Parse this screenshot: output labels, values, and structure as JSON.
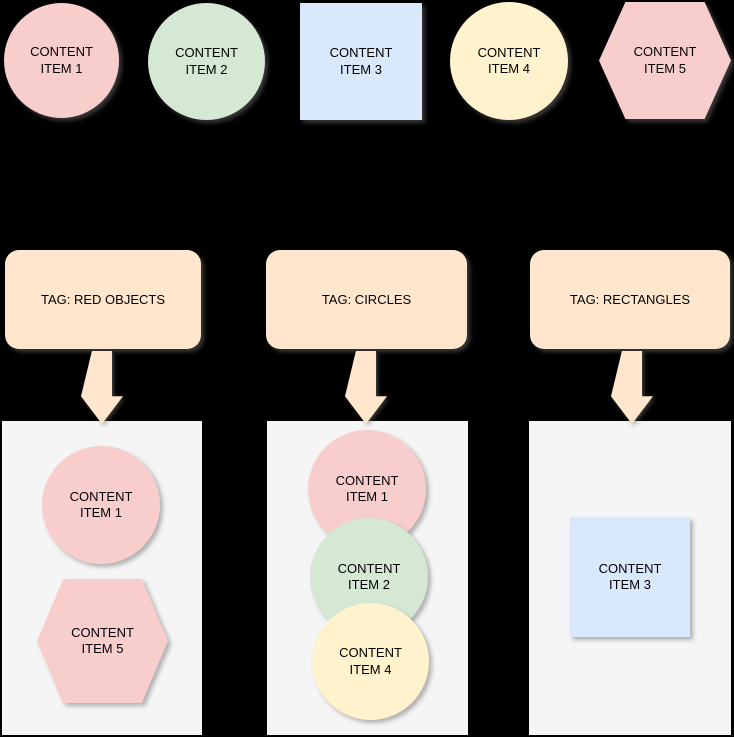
{
  "palette": {
    "canvas": "#000000",
    "pink": "#F8CECC",
    "green": "#D5E8D4",
    "blue": "#DAE8FC",
    "yellow": "#FFF2CC",
    "peach": "#FFE6CC",
    "container": "#F5F5F5",
    "text": "#000000"
  },
  "source_row": {
    "items": [
      {
        "label": "CONTENT ITEM 1",
        "shape": "circle",
        "color": "pink"
      },
      {
        "label": "CONTENT ITEM 2",
        "shape": "circle",
        "color": "green"
      },
      {
        "label": "CONTENT ITEM 3",
        "shape": "square",
        "color": "blue"
      },
      {
        "label": "CONTENT ITEM 4",
        "shape": "circle",
        "color": "yellow"
      },
      {
        "label": "CONTENT ITEM 5",
        "shape": "hexagon",
        "color": "pink"
      }
    ]
  },
  "tags": [
    {
      "label": "TAG: RED OBJECTS"
    },
    {
      "label": "TAG: CIRCLES"
    },
    {
      "label": "TAG: RECTANGLES"
    }
  ],
  "groups": [
    {
      "items": [
        {
          "label": "CONTENT ITEM 1",
          "shape": "circle",
          "color": "pink"
        },
        {
          "label": "CONTENT ITEM 5",
          "shape": "hexagon",
          "color": "pink"
        }
      ]
    },
    {
      "items": [
        {
          "label": "CONTENT ITEM 1",
          "shape": "circle",
          "color": "pink"
        },
        {
          "label": "CONTENT ITEM 2",
          "shape": "circle",
          "color": "green"
        },
        {
          "label": "CONTENT ITEM 4",
          "shape": "circle",
          "color": "yellow"
        }
      ]
    },
    {
      "items": [
        {
          "label": "CONTENT ITEM 3",
          "shape": "square",
          "color": "blue"
        }
      ]
    }
  ]
}
